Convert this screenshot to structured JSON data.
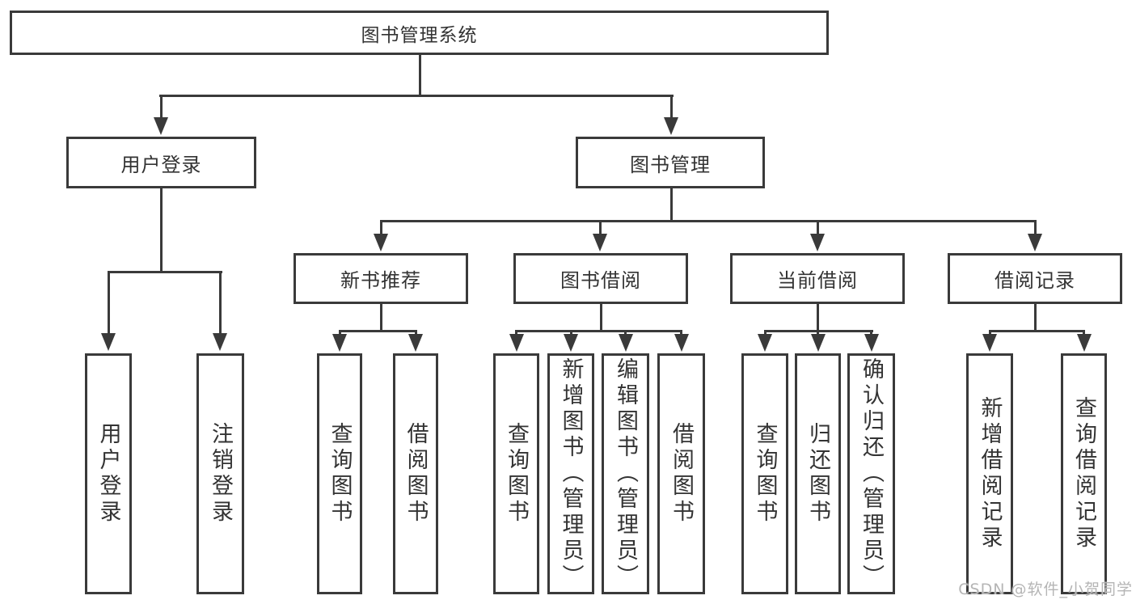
{
  "diagram_title": "图书管理系统",
  "nodes": {
    "root": "图书管理系统",
    "user_login": "用户登录",
    "book_management": "图书管理",
    "new_book_recommend": "新书推荐",
    "book_borrow": "图书借阅",
    "current_borrow": "当前借阅",
    "borrow_records": "借阅记录",
    "leaf_user_login": "用户登录",
    "leaf_logout": "注销登录",
    "leaf_nb_query_books": "查询图书",
    "leaf_nb_borrow_books": "借阅图书",
    "leaf_bb_query_books": "查询图书",
    "leaf_bb_add_books": "新增图书（管理员）",
    "leaf_bb_edit_books": "编辑图书（管理员）",
    "leaf_bb_borrow_books": "借阅图书",
    "leaf_cb_query_books": "查询图书",
    "leaf_cb_return_books": "归还图书",
    "leaf_cb_confirm_return": "确认归还（管理员）",
    "leaf_br_add_record": "新增借阅记录",
    "leaf_br_query_record": "查询借阅记录"
  },
  "watermark": "CSDN @软件_小贺同学",
  "colors": {
    "line": "#3a3a3a",
    "text": "#333333",
    "watermark": "#b5b5b5",
    "background": "#ffffff"
  }
}
